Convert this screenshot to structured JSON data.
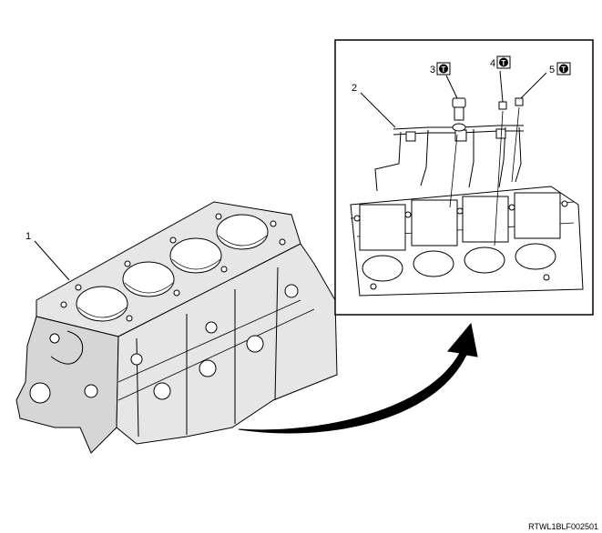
{
  "callouts": {
    "block": "1",
    "pipe_assembly": "2",
    "bolt_large": "3",
    "bolt_small_a": "4",
    "bolt_small_b": "5"
  },
  "torque_symbol": "T",
  "figure_code": "RTWL1BLF002501",
  "colors": {
    "line": "#000000",
    "shade": "#e6e6e6",
    "background": "#ffffff"
  }
}
